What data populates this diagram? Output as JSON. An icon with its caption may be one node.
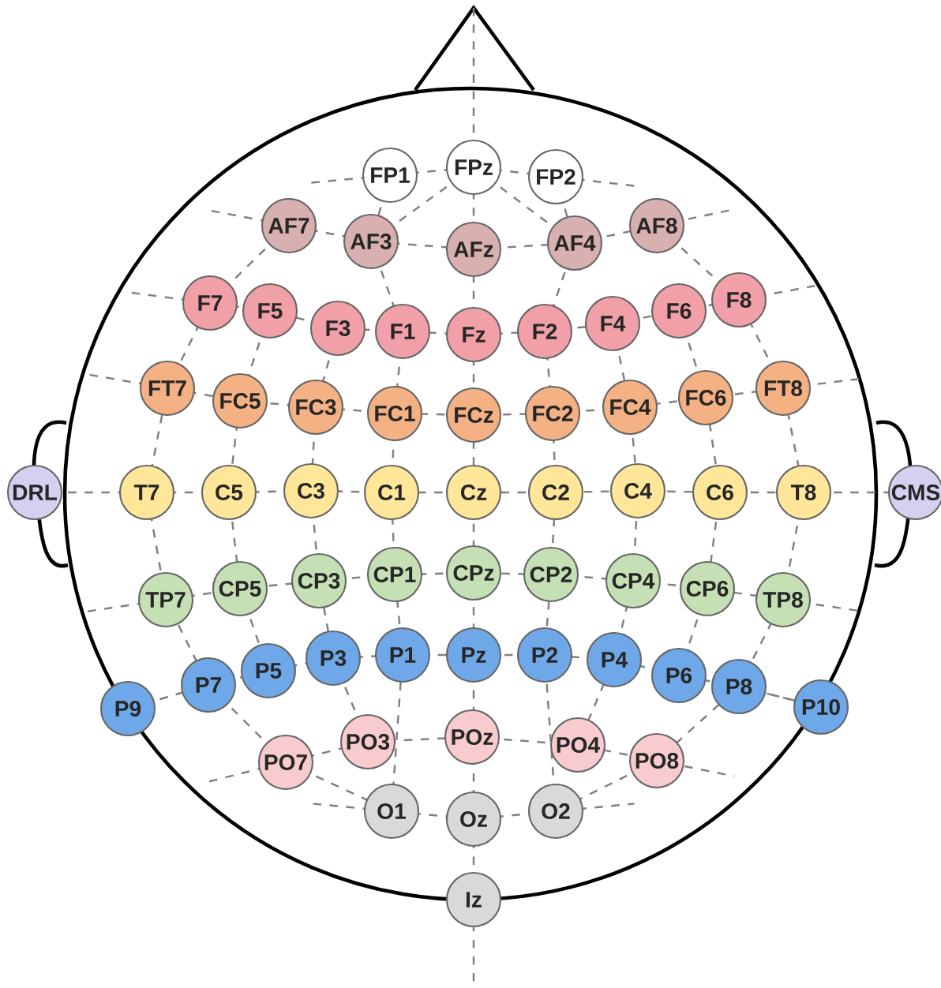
{
  "diagram": {
    "nodes": [
      {
        "text": [
          "FP1"
        ]
      },
      {
        "text": [
          "FPz"
        ]
      },
      {
        "text": [
          "FP2"
        ]
      },
      {
        "text": [
          "AF7"
        ]
      },
      {
        "text": [
          "AF3"
        ]
      },
      {
        "text": [
          "AFz"
        ]
      },
      {
        "text": [
          "AF4"
        ]
      },
      {
        "text": [
          "AF8"
        ]
      },
      {
        "text": [
          "F7"
        ]
      },
      {
        "text": [
          "F5"
        ]
      },
      {
        "text": [
          "F3"
        ]
      },
      {
        "text": [
          "F1"
        ]
      },
      {
        "text": [
          "Fz"
        ]
      },
      {
        "text": [
          "F2"
        ]
      },
      {
        "text": [
          "F4"
        ]
      },
      {
        "text": [
          "F6"
        ]
      },
      {
        "text": [
          "F8"
        ]
      },
      {
        "text": [
          "FT7"
        ]
      },
      {
        "text": [
          "FC5"
        ]
      },
      {
        "text": [
          "FC3"
        ]
      },
      {
        "text": [
          "FC1"
        ]
      },
      {
        "text": [
          "FCz"
        ]
      },
      {
        "text": [
          "FC2"
        ]
      },
      {
        "text": [
          "FC4"
        ]
      },
      {
        "text": [
          "FC6"
        ]
      },
      {
        "text": [
          "FT8"
        ]
      },
      {
        "text": [
          "DRL"
        ]
      },
      {
        "text": [
          "T7"
        ]
      },
      {
        "text": [
          "C5"
        ]
      },
      {
        "text": [
          "C3"
        ]
      },
      {
        "text": [
          "C1"
        ]
      },
      {
        "text": [
          "Cz"
        ]
      },
      {
        "text": [
          "C2"
        ]
      },
      {
        "text": [
          "C4"
        ]
      },
      {
        "text": [
          "C6"
        ]
      },
      {
        "text": [
          "T8"
        ]
      },
      {
        "text": [
          "CMS"
        ]
      },
      {
        "text": [
          "TP7"
        ]
      },
      {
        "text": [
          "CP5"
        ]
      },
      {
        "text": [
          "CP3"
        ]
      },
      {
        "text": [
          "CP1"
        ]
      },
      {
        "text": [
          "CPz"
        ]
      },
      {
        "text": [
          "CP2"
        ]
      },
      {
        "text": [
          "CP4"
        ]
      },
      {
        "text": [
          "CP6"
        ]
      },
      {
        "text": [
          "TP8"
        ]
      },
      {
        "text": [
          "P9"
        ]
      },
      {
        "text": [
          "P7"
        ]
      },
      {
        "text": [
          "P5"
        ]
      },
      {
        "text": [
          "P3"
        ]
      },
      {
        "text": [
          "P1"
        ]
      },
      {
        "text": [
          "Pz"
        ]
      },
      {
        "text": [
          "P2"
        ]
      },
      {
        "text": [
          "P4"
        ]
      },
      {
        "text": [
          "P6"
        ]
      },
      {
        "text": [
          "P8"
        ]
      },
      {
        "text": [
          "P10"
        ]
      },
      {
        "text": [
          "PO7"
        ]
      },
      {
        "text": [
          "PO3"
        ]
      },
      {
        "text": [
          "POz"
        ]
      },
      {
        "text": [
          "PO4"
        ]
      },
      {
        "text": [
          "PO8"
        ]
      },
      {
        "text": [
          "O1"
        ]
      },
      {
        "text": [
          "Oz"
        ]
      },
      {
        "text": [
          "O2"
        ]
      },
      {
        "text": [
          "Iz"
        ]
      }
    ]
  }
}
